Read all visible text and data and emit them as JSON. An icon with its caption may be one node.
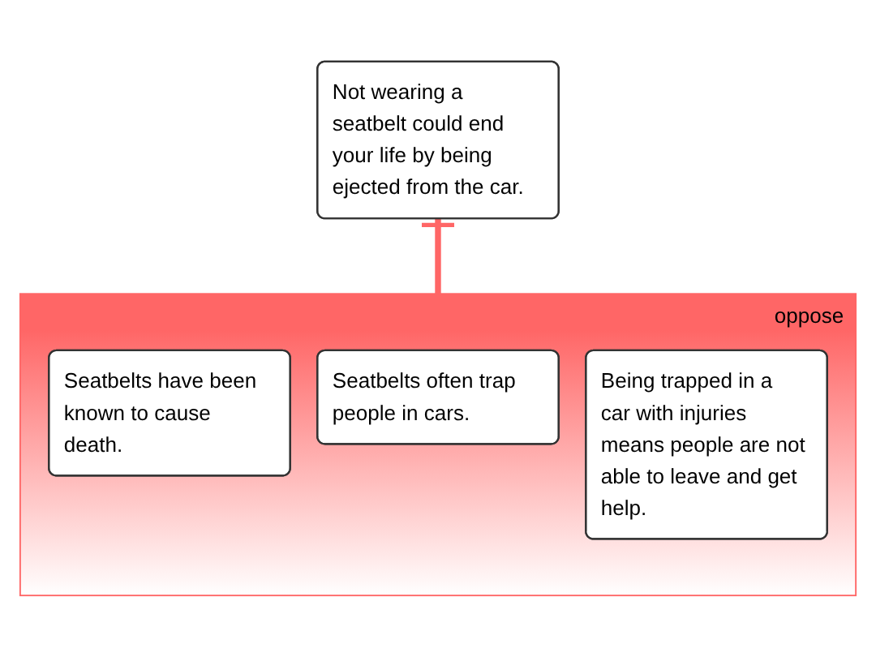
{
  "diagram": {
    "nodes": [
      {
        "text": [
          "Not wearing a seatbelt could end your life by being ejected from the car."
        ]
      },
      {
        "text": [
          "oppose"
        ]
      },
      {
        "text": [
          "Seatbelts have been known to cause death."
        ],
        "in": 1
      },
      {
        "text": [
          "Seatbelts often trap people in cars."
        ],
        "in": 1
      },
      {
        "text": [
          "Being trapped in a car with injuries means people are not able to leave and get help."
        ],
        "in": 1
      }
    ],
    "edges": [
      {
        "from": 1,
        "to": 0,
        "arrow": "other",
        "color": "#ff6666"
      }
    ]
  }
}
